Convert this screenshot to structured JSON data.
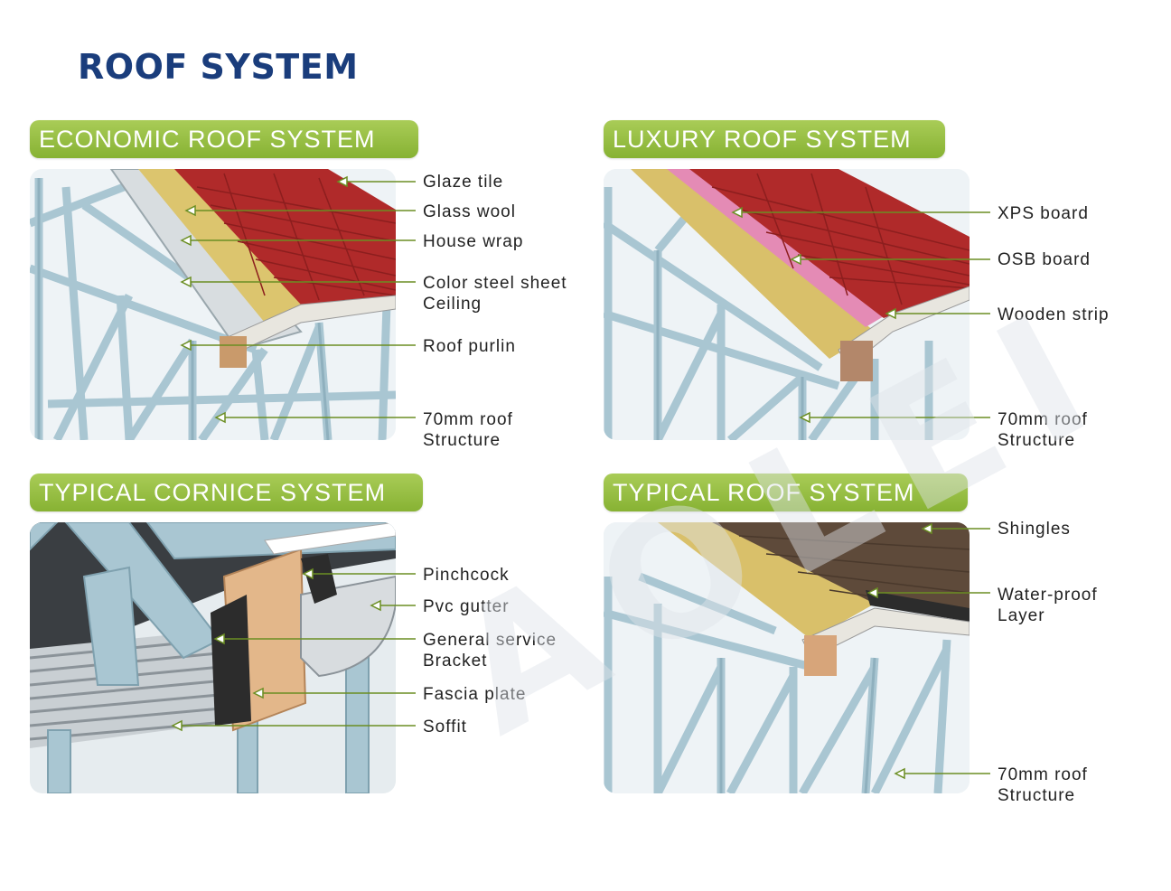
{
  "title": "ROOF SYSTEM",
  "watermark": "AOLEI",
  "colors": {
    "title": "#1a3d7c",
    "header_green": "#96bf3c",
    "leader_line": "#6b8e23",
    "steel": "#b9d3de",
    "tile_red": "#b32a2a",
    "insulation": "#d9c46b"
  },
  "panels": {
    "economic": {
      "header": "ECONOMIC ROOF SYSTEM",
      "labels": {
        "glaze_tile": "Glaze tile",
        "glass_wool": "Glass wool",
        "house_wrap": "House wrap",
        "color_steel_sheet": "Color steel sheet",
        "ceiling": "Ceiling",
        "roof_purlin": "Roof purlin",
        "roof_structure_1": "70mm roof",
        "roof_structure_2": "Structure"
      }
    },
    "luxury": {
      "header": "LUXURY ROOF SYSTEM",
      "labels": {
        "xps_board": "XPS board",
        "osb_board": "OSB board",
        "wooden_strip": "Wooden strip",
        "roof_structure_1": "70mm roof",
        "roof_structure_2": "Structure"
      }
    },
    "cornice": {
      "header": "TYPICAL CORNICE SYSTEM",
      "labels": {
        "pinchcock": "Pinchcock",
        "pvc_gutter": "Pvc gutter",
        "general_service_1": "General service",
        "general_service_2": "Bracket",
        "fascia_plate": "Fascia plate",
        "soffit": "Soffit"
      }
    },
    "typical": {
      "header": "TYPICAL ROOF SYSTEM",
      "labels": {
        "shingles": "Shingles",
        "water_proof_1": "Water-proof",
        "water_proof_2": "Layer",
        "roof_structure_1": "70mm roof",
        "roof_structure_2": "Structure"
      }
    }
  }
}
